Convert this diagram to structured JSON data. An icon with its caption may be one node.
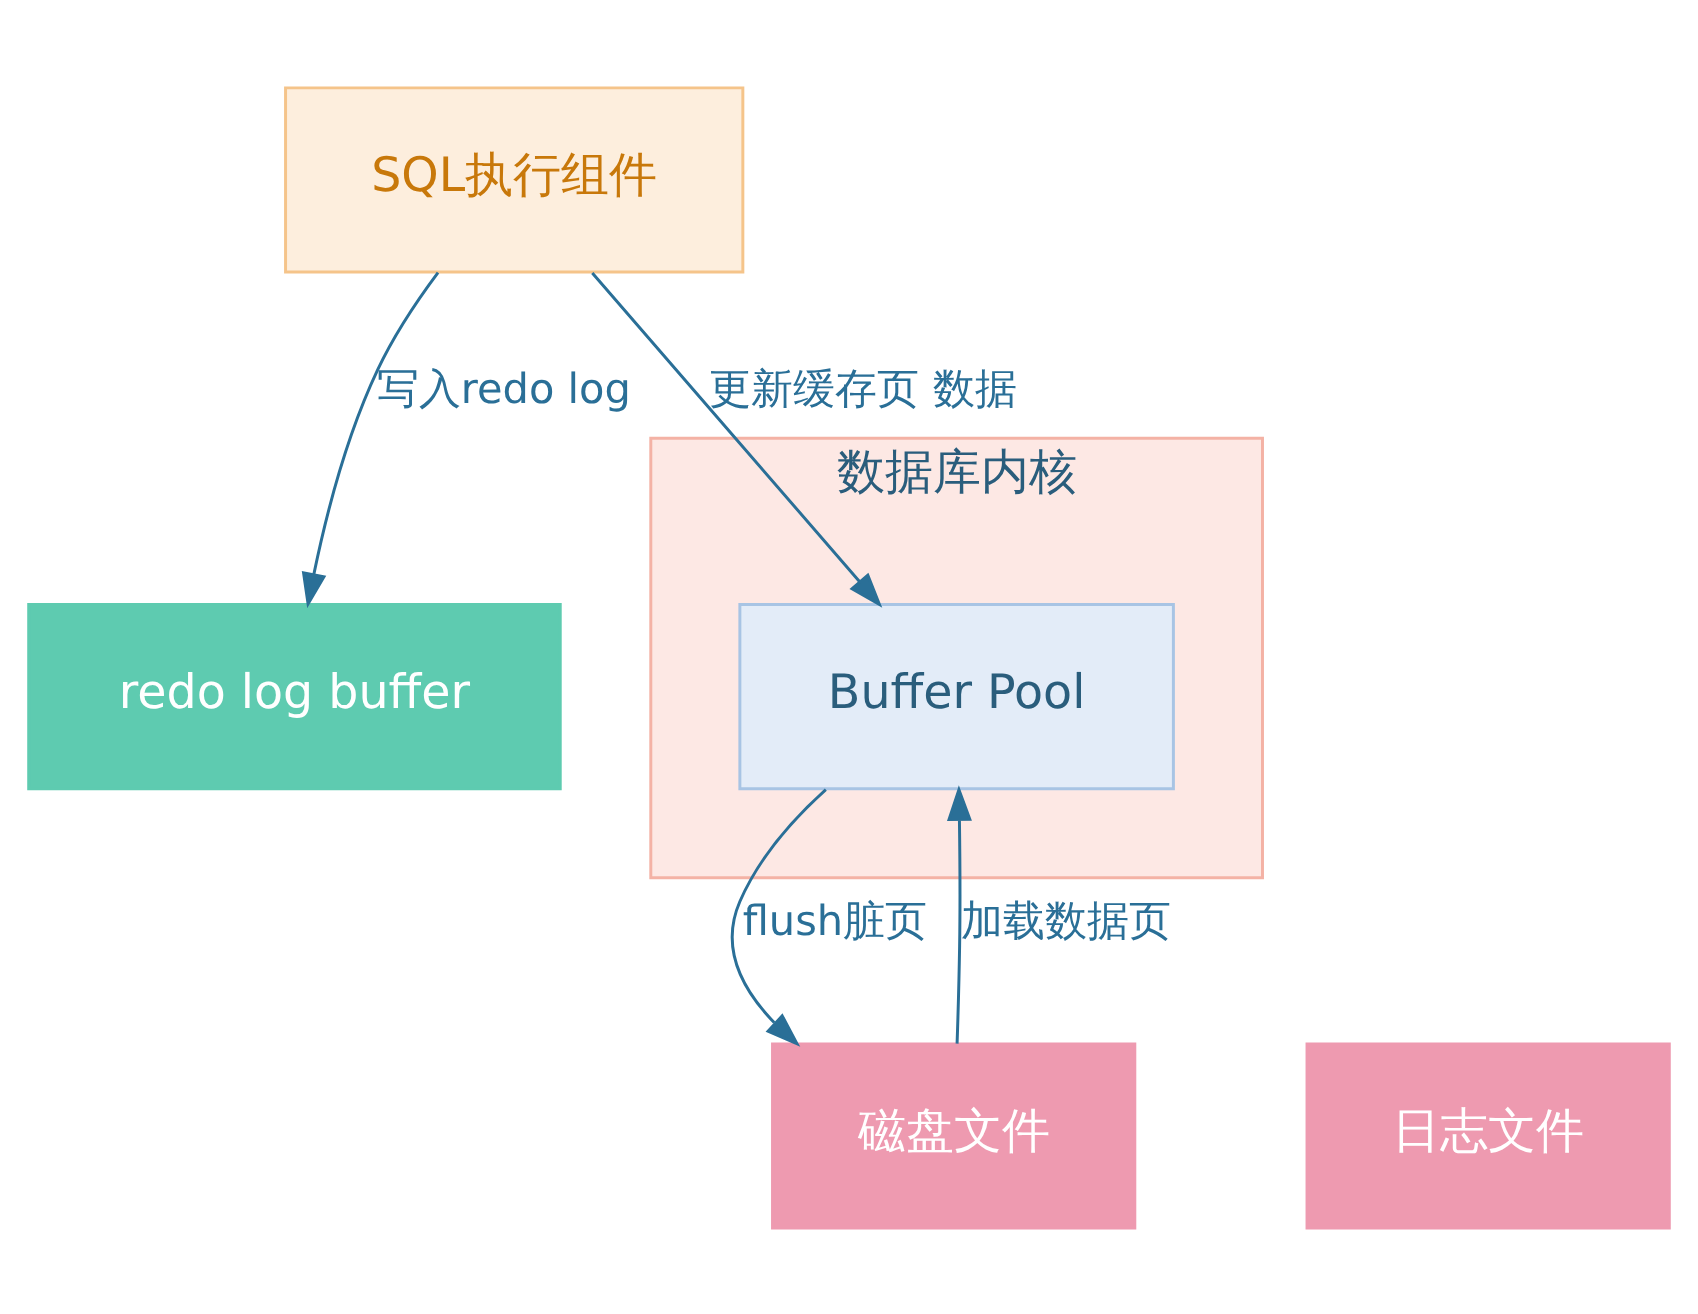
{
  "diagram": {
    "nodes": [
      {
        "text": [
          "SQL执行组件"
        ]
      },
      {
        "text": [
          "redo log buffer"
        ]
      },
      {
        "text": [
          "数据库内核"
        ]
      },
      {
        "text": [
          "Buffer Pool"
        ],
        "in": 2
      },
      {
        "text": [
          "日志文件"
        ]
      },
      {
        "text": [
          "磁盘文件"
        ]
      }
    ],
    "edges": [
      {
        "from": 0,
        "to": 1,
        "arrow": "to",
        "label": "写入redo log"
      },
      {
        "from": 0,
        "to": 3,
        "arrow": "to",
        "label": "更新缓存页 数据"
      },
      {
        "from": 3,
        "to": 5,
        "arrow": "to",
        "label": "flush脏页"
      },
      {
        "from": 5,
        "to": 3,
        "arrow": "to",
        "label": "加载数据页"
      }
    ]
  }
}
